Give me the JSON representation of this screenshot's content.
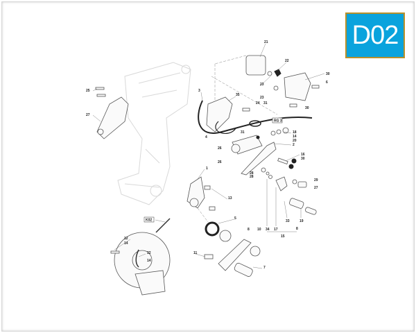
{
  "badge": {
    "code": "D02",
    "background": "#0aa3dd",
    "border": "#b8902a"
  },
  "diagram": {
    "callouts": [
      "21",
      "22",
      "23",
      "23",
      "30",
      "6",
      "3",
      "35",
      "24",
      "31",
      "30",
      "4",
      "31",
      "26",
      "26",
      "RG 3",
      "18",
      "14",
      "20",
      "2",
      "16",
      "30",
      "28",
      "28",
      "29",
      "27",
      "1",
      "13",
      "5",
      "8",
      "10",
      "33",
      "19",
      "34",
      "17",
      "8",
      "15",
      "11",
      "7",
      "K02",
      "12",
      "14",
      "32",
      "14",
      "25",
      "27"
    ]
  }
}
